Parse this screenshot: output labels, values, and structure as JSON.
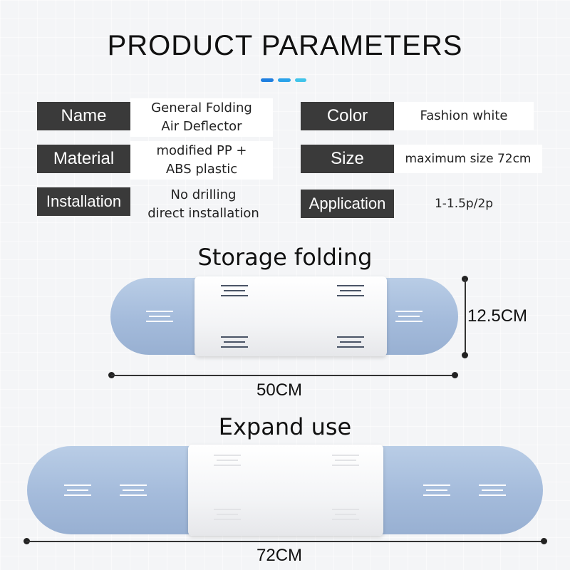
{
  "header": {
    "title": "PRODUCT PARAMETERS",
    "accent_colors": [
      "#1f7fe0",
      "#2ba3ea",
      "#41c4ea"
    ]
  },
  "parameters": [
    {
      "label": "Name",
      "value": "General Folding\nAir Deflector"
    },
    {
      "label": "Color",
      "value": "Fashion white"
    },
    {
      "label": "Material",
      "value": "modified PP +\nABS plastic"
    },
    {
      "label": "Size",
      "value": "maximum size 72cm"
    },
    {
      "label": "Installation",
      "value": "No drilling\ndirect installation"
    },
    {
      "label": "Application",
      "value": "1-1.5p/2p"
    }
  ],
  "storage": {
    "title": "Storage folding",
    "width_label": "50CM",
    "height_label": "12.5CM"
  },
  "expand": {
    "title": "Expand use",
    "width_label": "72CM"
  },
  "colors": {
    "label_bg": "#3a3a3a",
    "capsule_blue": "#a4bbdb",
    "band_white": "#ffffff"
  }
}
